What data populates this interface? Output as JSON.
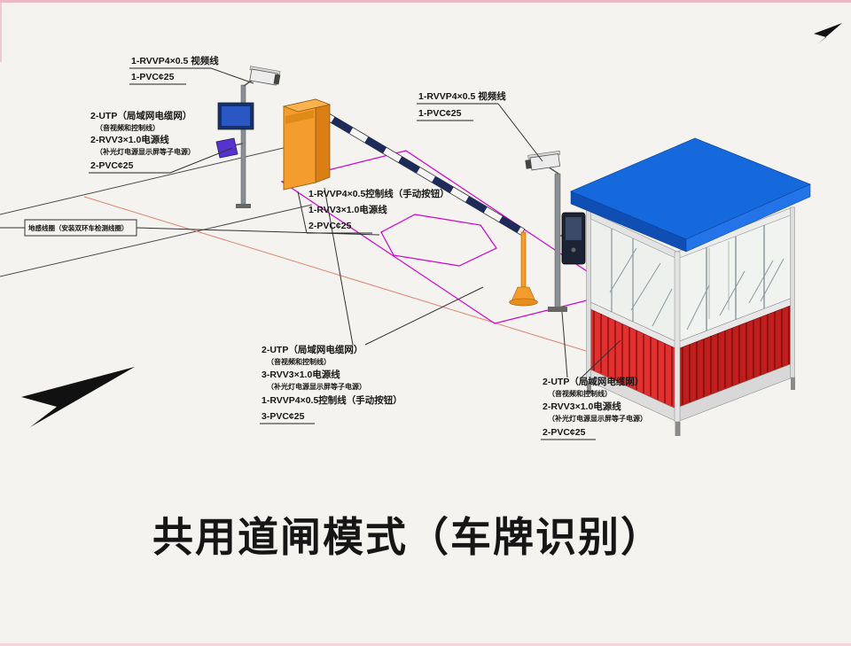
{
  "title": "共用道闸模式（车牌识别）",
  "colors": {
    "roof_blue": "#1668dd",
    "booth_red": "#d42222",
    "barrier_orange": "#f59c2f",
    "zone_magenta": "#cf00cf",
    "display_navy": "#15306e",
    "floodlight_violet": "#5533cc"
  },
  "labels": {
    "camera1_cable": {
      "lines": [
        "1-RVVP4×0.5 视频线",
        "1-PVC¢25"
      ]
    },
    "entry_cable_block": {
      "lines": [
        "2-UTP（局域网电缆网）",
        "（音视频和控制线）",
        "2-RVV3×1.0电源线",
        "（补光灯电源显示屏等子电源）",
        "2-PVC¢25"
      ]
    },
    "ground_loop": {
      "text": "地感线圈（安装双环车检测线圈）"
    },
    "barrier_cable_block": {
      "lines": [
        "1-RVVP4×0.5控制线（手动按钮）",
        "1-RVV3×1.0电源线",
        "2-PVC¢25"
      ]
    },
    "camera2_cable": {
      "lines": [
        "1-RVVP4×0.5 视频线",
        "1-PVC¢25"
      ]
    },
    "exit_cable_block": {
      "lines": [
        "2-UTP（局域网电缆网）",
        "（音视频和控制线）",
        "3-RVV3×1.0电源线",
        "（补光灯电源显示屏等子电源）",
        "1-RVVP4×0.5控制线（手动按钮）",
        "3-PVC¢25"
      ]
    },
    "booth_cable_block": {
      "lines": [
        "2-UTP（局域网电缆网）",
        "（音视频和控制线）",
        "2-RVV3×1.0电源线",
        "（补光灯电源显示屏等子电源）",
        "2-PVC¢25"
      ]
    }
  }
}
